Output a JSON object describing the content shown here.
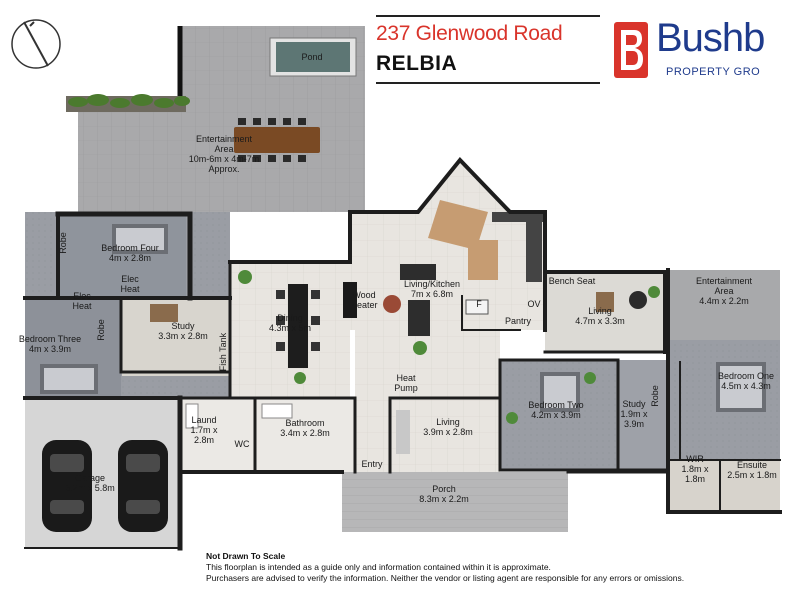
{
  "header": {
    "address": "237 Glenwood Road",
    "suburb": "RELBIA"
  },
  "logo": {
    "name": "Bushb",
    "tagline": "PROPERTY GRO",
    "colors": {
      "blue": "#1f3b8c",
      "red": "#d9342b"
    }
  },
  "plan": {
    "rooms": [
      {
        "id": "pond",
        "lines": [
          "Pond"
        ]
      },
      {
        "id": "entertainment-area-rear",
        "lines": [
          "Entertainment",
          "Area",
          "10m-6m x 4m-7m",
          "Approx."
        ]
      },
      {
        "id": "bedroom-four",
        "lines": [
          "Bedroom  Four",
          "4m x 2.8m"
        ]
      },
      {
        "id": "robe-bedroom-four",
        "lines": [
          "Robe"
        ]
      },
      {
        "id": "elec-heat-1",
        "lines": [
          "Elec",
          "Heat"
        ]
      },
      {
        "id": "elec-heat-2",
        "lines": [
          "Elec",
          "Heat"
        ]
      },
      {
        "id": "bedroom-three",
        "lines": [
          "Bedroom Three",
          "4m x 3.9m"
        ]
      },
      {
        "id": "robe-bedroom-three",
        "lines": [
          "Robe"
        ]
      },
      {
        "id": "study-1",
        "lines": [
          "Study",
          "3.3m x 2.8m"
        ]
      },
      {
        "id": "fish-tank",
        "lines": [
          "Fish Tank"
        ]
      },
      {
        "id": "dining",
        "lines": [
          "Dining",
          "4.3m x 5m"
        ]
      },
      {
        "id": "wood-heater",
        "lines": [
          "Wood",
          "Heater"
        ]
      },
      {
        "id": "living-kitchen",
        "lines": [
          "Living/Kitchen",
          "7m x 6.8m"
        ]
      },
      {
        "id": "fridge",
        "lines": [
          "F"
        ]
      },
      {
        "id": "pantry",
        "lines": [
          "Pantry"
        ]
      },
      {
        "id": "oven",
        "lines": [
          "OV"
        ]
      },
      {
        "id": "bench-seat",
        "lines": [
          "Bench Seat"
        ]
      },
      {
        "id": "living-2",
        "lines": [
          "Living",
          "4.7m x 3.3m"
        ]
      },
      {
        "id": "entertainment-area-side",
        "lines": [
          "Entertainment",
          "Area",
          "4.4m x 2.2m"
        ]
      },
      {
        "id": "bedroom-one",
        "lines": [
          "Bedroom One",
          "4.5m x 4.3m"
        ]
      },
      {
        "id": "robe-bedroom-one",
        "lines": [
          "Robe"
        ]
      },
      {
        "id": "study-2",
        "lines": [
          "Study",
          "1.9m x",
          "3.9m"
        ]
      },
      {
        "id": "bedroom-two",
        "lines": [
          "Bedroom Two",
          "4.2m x 3.9m"
        ]
      },
      {
        "id": "heat-pump",
        "lines": [
          "Heat",
          "Pump"
        ]
      },
      {
        "id": "living-3",
        "lines": [
          "Living",
          "3.9m x 2.8m"
        ]
      },
      {
        "id": "laund",
        "lines": [
          "Laund",
          "1.7m x",
          "2.8m"
        ]
      },
      {
        "id": "wc",
        "lines": [
          "WC"
        ]
      },
      {
        "id": "bathroom",
        "lines": [
          "Bathroom",
          "3.4m x 2.8m"
        ]
      },
      {
        "id": "entry",
        "lines": [
          "Entry"
        ]
      },
      {
        "id": "porch",
        "lines": [
          "Porch",
          "8.3m x 2.2m"
        ]
      },
      {
        "id": "garage",
        "lines": [
          "Garage",
          "6.2m x 5.8m"
        ]
      },
      {
        "id": "wir",
        "lines": [
          "WIR",
          "1.8m x",
          "1.8m"
        ]
      },
      {
        "id": "ensuite",
        "lines": [
          "Ensuite",
          "2.5m x 1.8m"
        ]
      }
    ]
  },
  "disclaimer": {
    "title": "Not Drawn To Scale",
    "line1": "This floorplan is intended as a guide only and information contained within it is approximate.",
    "line2": "Purchasers are advised to verify the information. Neither the vendor or listing agent are responsible for any errors or omissions."
  }
}
